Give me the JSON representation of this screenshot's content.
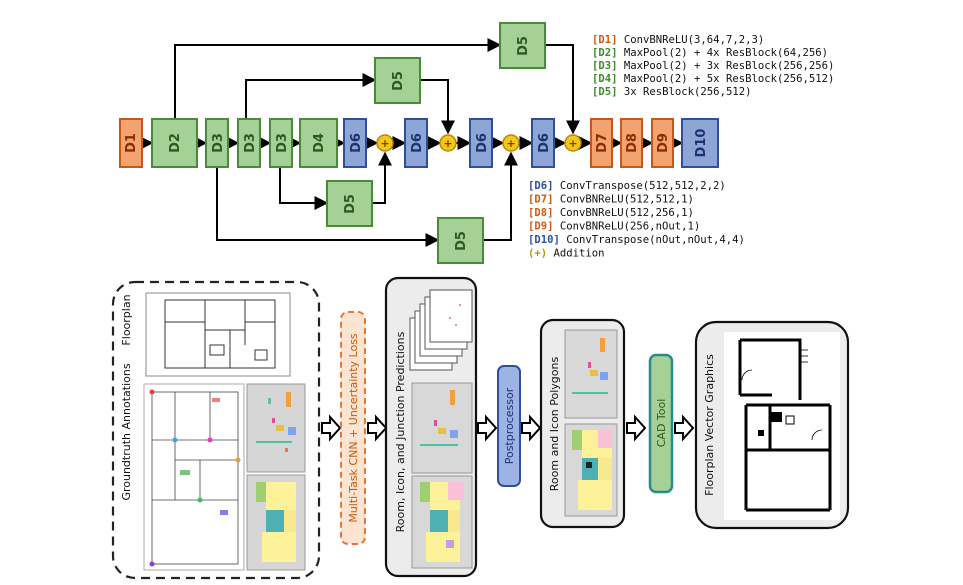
{
  "colors": {
    "orange_fill": "#f2a36e",
    "orange_stroke": "#c8571c",
    "green_fill": "#a5d196",
    "green_stroke": "#4a8a3b",
    "blue_fill": "#8ea6d6",
    "blue_stroke": "#2f4f9a",
    "add_fill": "#f5c518",
    "add_stroke": "#b8860b",
    "tag_orange": "#cc5a12",
    "tag_green": "#3f8a2b",
    "tag_blue": "#2d4f9c",
    "tag_yellow": "#b8960b"
  },
  "network": {
    "blocks": {
      "d1": "D1",
      "d2": "D2",
      "d3a": "D3",
      "d3b": "D3",
      "d3c": "D3",
      "d4": "D4",
      "d6a": "D6",
      "d6b": "D6",
      "d6c": "D6",
      "d6d": "D6",
      "d7": "D7",
      "d8": "D8",
      "d9": "D9",
      "d10": "D10",
      "d5_top": "D5",
      "d5_mid": "D5",
      "d5_low": "D5",
      "d5_bot": "D5"
    },
    "add_symbol": "+"
  },
  "legend_top": [
    {
      "tag": "[D1]",
      "text": " ConvBNReLU(3,64,7,2,3)",
      "color": "orange"
    },
    {
      "tag": "[D2]",
      "text": " MaxPool(2) + 4x ResBlock(64,256)",
      "color": "green"
    },
    {
      "tag": "[D3]",
      "text": " MaxPool(2) + 3x ResBlock(256,256)",
      "color": "green"
    },
    {
      "tag": "[D4]",
      "text": " MaxPool(2) + 5x ResBlock(256,512)",
      "color": "green"
    },
    {
      "tag": "[D5]",
      "text": " 3x ResBlock(256,512)",
      "color": "green"
    }
  ],
  "legend_bottom": [
    {
      "tag": "[D6]",
      "text": " ConvTranspose(512,512,2,2)",
      "color": "blue"
    },
    {
      "tag": "[D7]",
      "text": " ConvBNReLU(512,512,1)",
      "color": "orange"
    },
    {
      "tag": "[D8]",
      "text": " ConvBNReLU(512,256,1)",
      "color": "orange"
    },
    {
      "tag": "[D9]",
      "text": " ConvBNReLU(256,nOut,1)",
      "color": "orange"
    },
    {
      "tag": "[D10]",
      "text": " ConvTranspose(nOut,nOut,4,4)",
      "color": "blue"
    },
    {
      "tag": "(+)",
      "text": " Addition",
      "color": "yellow"
    }
  ],
  "pipeline": {
    "floorplan": "Floorplan",
    "groundtruth": "Groundtruth Annotations",
    "cnn": "Multi-Task CNN + Uncertainty Loss",
    "predictions": "Room, Icon, and Junction Predictions",
    "postprocessor": "Postprocessor",
    "polygons": "Room and Icon Polygons",
    "cad": "CAD Tool",
    "vector": "Floorplan Vector Graphics"
  }
}
